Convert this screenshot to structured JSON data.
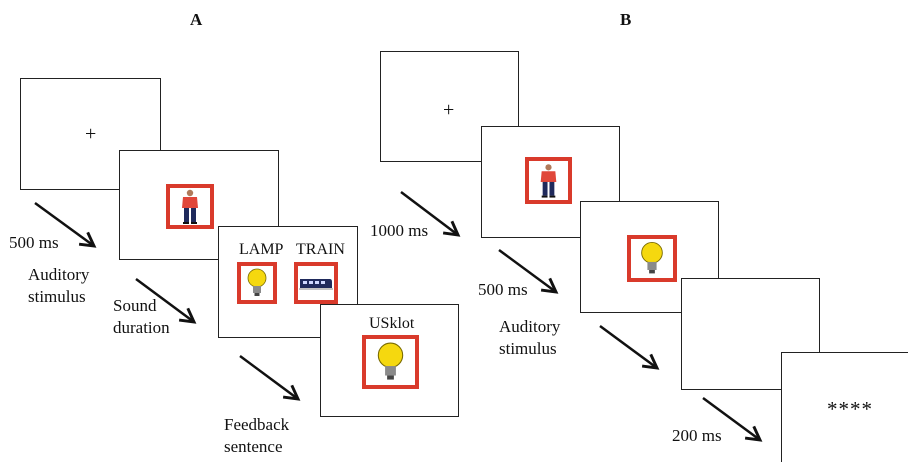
{
  "panel_a": {
    "label": "A",
    "fixation": "+",
    "words": {
      "left": "LAMP",
      "right": "TRAIN"
    },
    "feedback_word": "USklot",
    "timings": {
      "t1": "500 ms",
      "t2_line1": "Auditory",
      "t2_line2": "stimulus",
      "t3_line1": "Sound",
      "t3_line2": "duration",
      "t4_line1": "Feedback",
      "t4_line2": "sentence"
    }
  },
  "panel_b": {
    "label": "B",
    "fixation": "+",
    "mask": "****",
    "timings": {
      "t1": "1000 ms",
      "t2": "500 ms",
      "t3_line1": "Auditory",
      "t3_line2": "stimulus",
      "t4": "200 ms"
    }
  },
  "colors": {
    "frame": "#d93a2b",
    "bulb": "#f5d80f",
    "shirt": "#e0473a",
    "pants": "#1f2a5c"
  },
  "icons": [
    "man-icon",
    "lightbulb-icon",
    "train-icon",
    "arrow-icon"
  ]
}
